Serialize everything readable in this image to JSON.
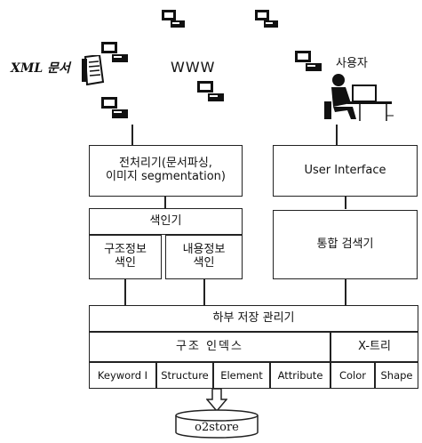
{
  "top": {
    "xml_label": "XML 문서",
    "www_label": "WWW",
    "user_label": "사용자"
  },
  "modules": {
    "preprocessor_line1": "전처리기(문서파싱,",
    "preprocessor_line2": "이미지 segmentation)",
    "ui": "User Interface",
    "indexer": "색인기",
    "struct_index_line1": "구조정보",
    "struct_index_line2": "색인",
    "content_index_line1": "내용정보",
    "content_index_line2": "색인",
    "search": "통합 검색기",
    "storage_manager": "하부 저장 관리기",
    "struct_index": "구조 인덱스",
    "xtree": "X-트리",
    "cells": [
      "Keyword I",
      "Structure",
      "Element",
      "Attribute",
      "Color",
      "Shape"
    ],
    "db": "o2store"
  },
  "icons": [
    "computer-icon",
    "document-icon",
    "user-at-desk-icon",
    "database-icon"
  ]
}
